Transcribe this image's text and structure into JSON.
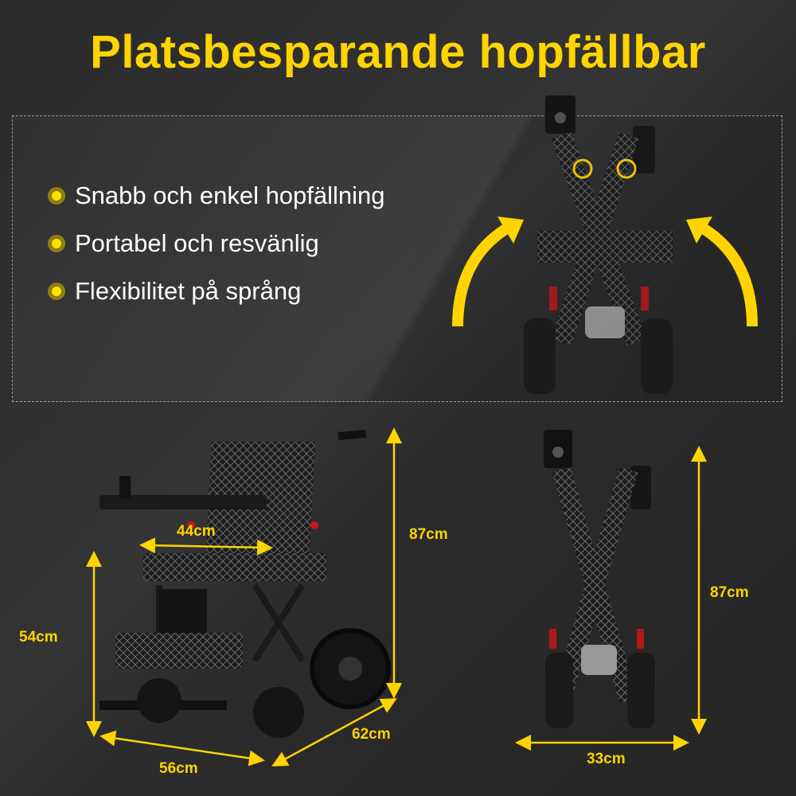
{
  "title": "Platsbesparande hopfällbar",
  "features": [
    "Snabb och enkel hopfällning",
    "Portabel och resvänlig",
    "Flexibilitet på språng"
  ],
  "dimensions": {
    "seat_width": "44cm",
    "height_unfolded": "87cm",
    "seat_height": "54cm",
    "width": "56cm",
    "depth": "62cm",
    "height_folded": "87cm",
    "width_folded": "33cm"
  },
  "colors": {
    "accent": "#FFD400",
    "background": "#2b2b2b"
  }
}
